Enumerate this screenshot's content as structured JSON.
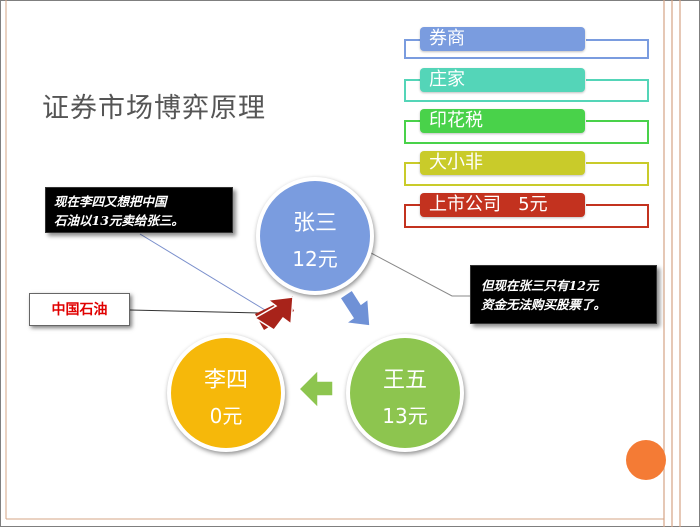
{
  "title": "证券市场博弈原理",
  "legend": [
    {
      "label": "券商",
      "color": "#7a9cdf"
    },
    {
      "label": "庄家",
      "color": "#54d5b8"
    },
    {
      "label": "印花税",
      "color": "#49d24a"
    },
    {
      "label": "大小非",
      "color": "#c9cb2a"
    },
    {
      "label": "上市公司   5元",
      "color": "#c3321f"
    }
  ],
  "people": {
    "zhangsan": {
      "name": "张三",
      "amount": "12元",
      "color": "#7a9cdf"
    },
    "wangwu": {
      "name": "王五",
      "amount": "13元",
      "color": "#8dc54f"
    },
    "lisi": {
      "name": "李四",
      "amount": "0元",
      "color": "#f6b80a"
    }
  },
  "callouts": {
    "left": [
      "现在李四又想把中国",
      "石油以13元卖给张三。"
    ],
    "right": [
      "但现在张三只有12元",
      "资金无法购买股票了。"
    ]
  },
  "stock_label": "中国石油",
  "colors": {
    "arrow_red": "#a8231a",
    "arrow_blue": "#6f91d6",
    "arrow_green": "#8dc54f",
    "orange_dot": "#f47b35",
    "border_tan": "#d4a486"
  }
}
